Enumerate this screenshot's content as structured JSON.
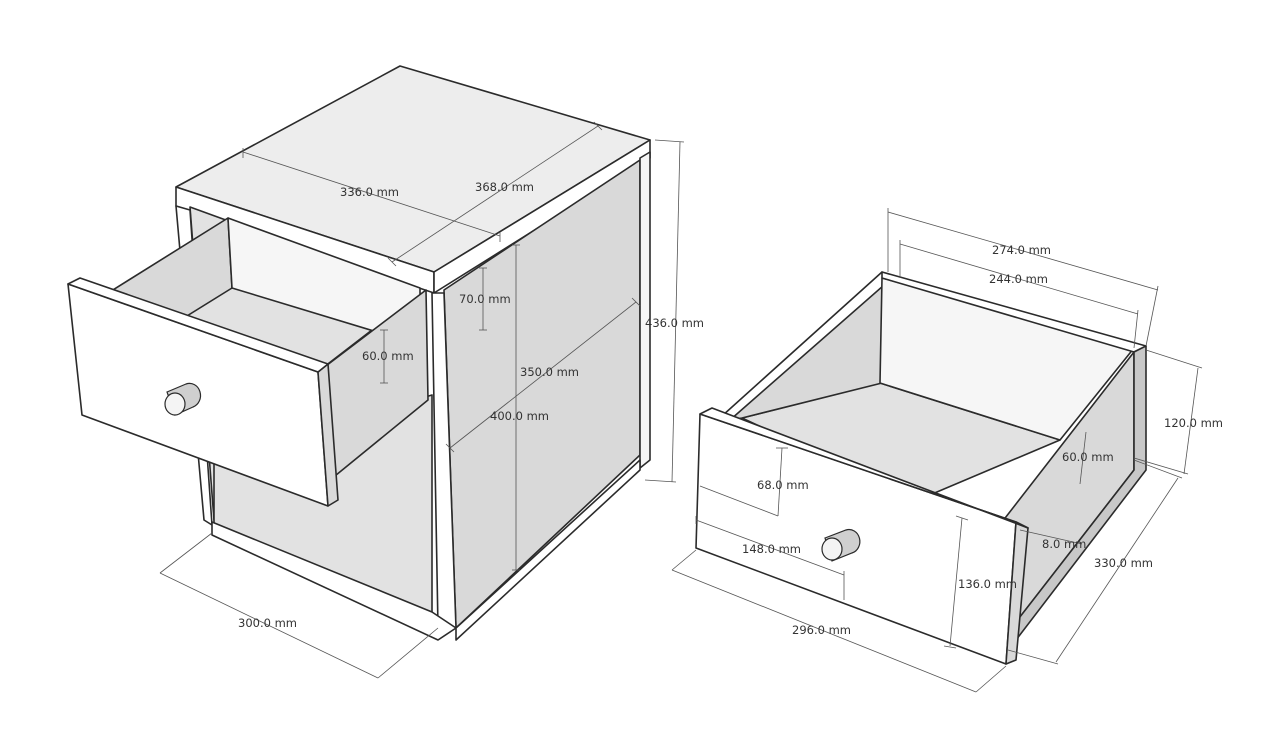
{
  "cabinet": {
    "dimensions": {
      "top_width": "336.0 mm",
      "top_depth": "368.0 mm",
      "shelf_gap": "70.0 mm",
      "drawer_side_height": "60.0 mm",
      "inner_height": "350.0 mm",
      "side_depth": "400.0 mm",
      "total_height": "436.0 mm",
      "base_width": "300.0 mm"
    }
  },
  "drawer": {
    "dimensions": {
      "outer_width": "274.0 mm",
      "inner_width": "244.0 mm",
      "height": "120.0 mm",
      "side_height": "60.0 mm",
      "knob_height": "68.0 mm",
      "knob_offset": "148.0 mm",
      "panel_thickness": "8.0 mm",
      "front_height": "136.0 mm",
      "depth": "330.0 mm",
      "front_width": "296.0 mm"
    }
  }
}
